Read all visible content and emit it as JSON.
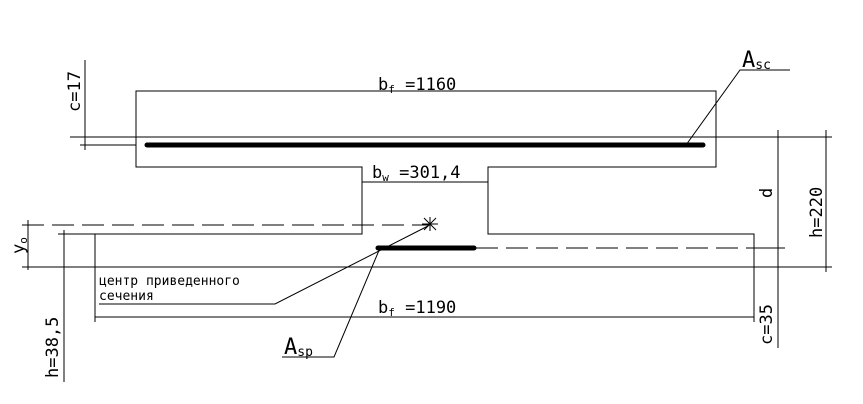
{
  "labels": {
    "b_top_symbol": "b",
    "b_top_sub": "f",
    "b_top_value": " =1160",
    "b_web_symbol": "b",
    "b_web_sub": "w",
    "b_web_value": " =301,4",
    "b_bottom_symbol": "b",
    "b_bottom_sub": "f",
    "b_bottom_value": " =1190",
    "asc_symbol": "A",
    "asc_sub": "sc",
    "asp_symbol": "A",
    "asp_sub": "sp",
    "c_top": "c=17",
    "c_bottom": "c=35",
    "h_total": "h=220",
    "d_label": "d",
    "h_bottom": "h=38,5",
    "y_label": "y",
    "y_sub": "o",
    "centroid_line1": "центр приведенного",
    "centroid_line2": "сечения"
  }
}
